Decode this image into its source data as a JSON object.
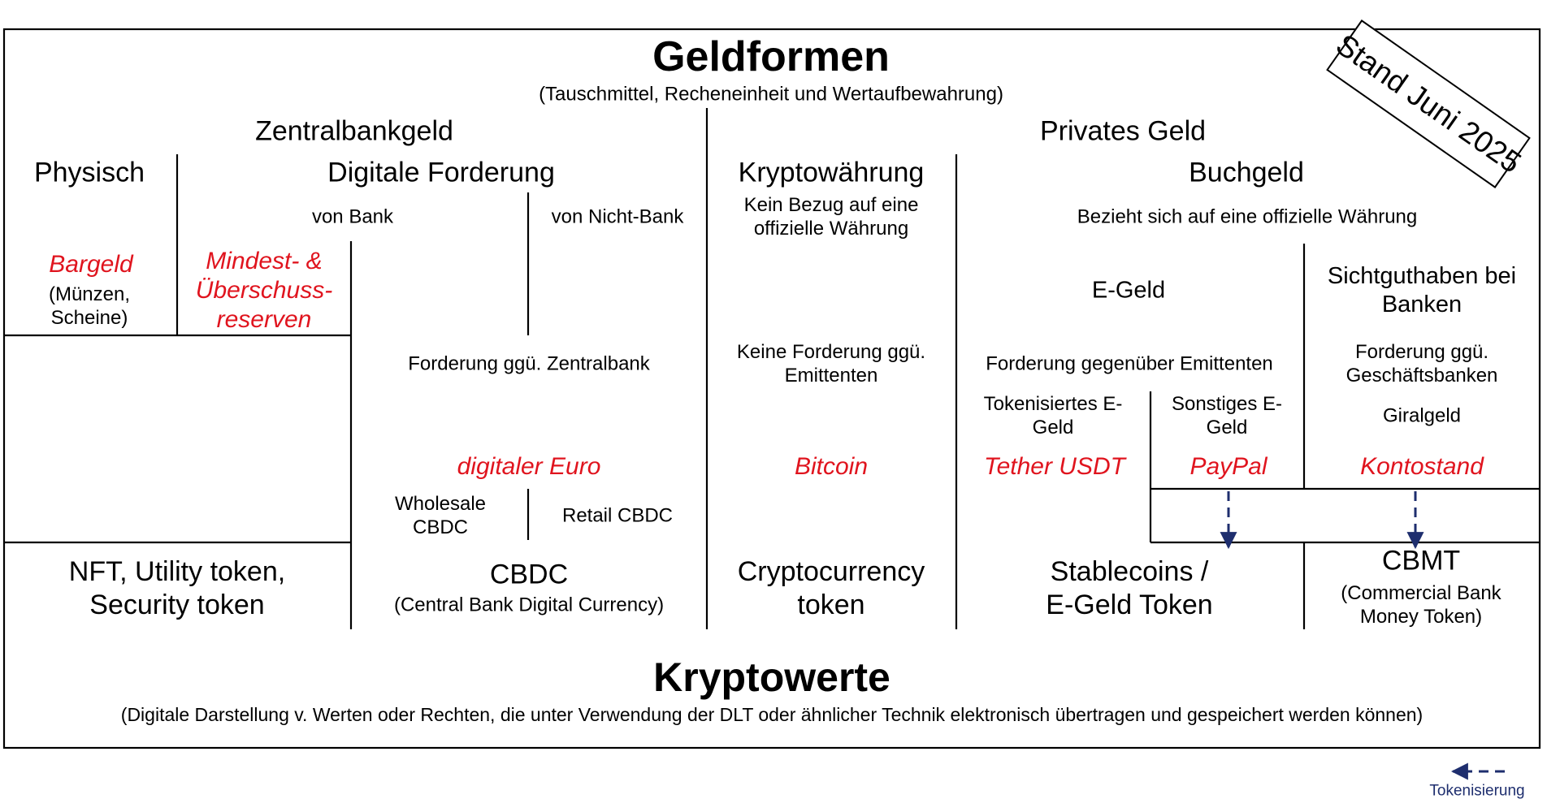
{
  "title": {
    "main": "Geldformen",
    "subtitle": "(Tauschmittel, Recheneinheit und Wertaufbewahrung)"
  },
  "stamp": "Stand Juni 2025",
  "sections": {
    "zentralbankgeld": "Zentralbankgeld",
    "privates_geld": "Privates Geld"
  },
  "columns": {
    "physisch": "Physisch",
    "digitale_forderung": "Digitale Forderung",
    "von_bank": "von Bank",
    "von_nicht_bank": "von Nicht-Bank",
    "kryptowaehrung": "Kryptowährung",
    "kryptowaehrung_desc": [
      "Kein Bezug auf eine",
      "offizielle Währung"
    ],
    "buchgeld": "Buchgeld",
    "buchgeld_desc": "Bezieht sich auf eine offizielle Währung"
  },
  "cells": {
    "bargeld": "Bargeld",
    "bargeld_desc": [
      "(Münzen,",
      "Scheine)"
    ],
    "mindest": [
      "Mindest- &",
      "Überschuss-",
      "reserven"
    ],
    "forderung_zentralbank": "Forderung ggü. Zentralbank",
    "keine_forderung": [
      "Keine Forderung ggü.",
      "Emittenten"
    ],
    "egeld": "E-Geld",
    "forderung_emittenten": "Forderung gegenüber Emittenten",
    "tokenisiertes": [
      "Tokenisiertes E-",
      "Geld"
    ],
    "sonstiges": [
      "Sonstiges E-",
      "Geld"
    ],
    "sichtguthaben": [
      "Sichtguthaben bei",
      "Banken"
    ],
    "forderung_geschaeftsbanken": [
      "Forderung ggü.",
      "Geschäftsbanken"
    ],
    "giralgeld": "Giralgeld",
    "wholesale": [
      "Wholesale",
      "CBDC"
    ],
    "retail": "Retail CBDC"
  },
  "examples": {
    "digitaler_euro": "digitaler Euro",
    "bitcoin": "Bitcoin",
    "tether": "Tether USDT",
    "paypal": "PayPal",
    "kontostand": "Kontostand"
  },
  "tokens": {
    "nft": [
      "NFT, Utility token,",
      "Security token"
    ],
    "cbdc": "CBDC",
    "cbdc_desc": "(Central Bank Digital Currency)",
    "crypto": [
      "Cryptocurrency",
      "token"
    ],
    "stablecoins": [
      "Stablecoins /",
      "E-Geld Token"
    ],
    "cbmt": "CBMT",
    "cbmt_desc": [
      "(Commercial Bank",
      "Money Token)"
    ]
  },
  "footer": {
    "title": "Kryptowerte",
    "subtitle": "(Digitale Darstellung v. Werten oder Rechten, die unter Verwendung der DLT oder ähnlicher Technik elektronisch übertragen und gespeichert werden können)"
  },
  "legend": {
    "label": "Tokenisierung"
  },
  "colors": {
    "example_red": "#e0141e",
    "arrow_navy": "#1e2e6e",
    "line": "#000000"
  }
}
